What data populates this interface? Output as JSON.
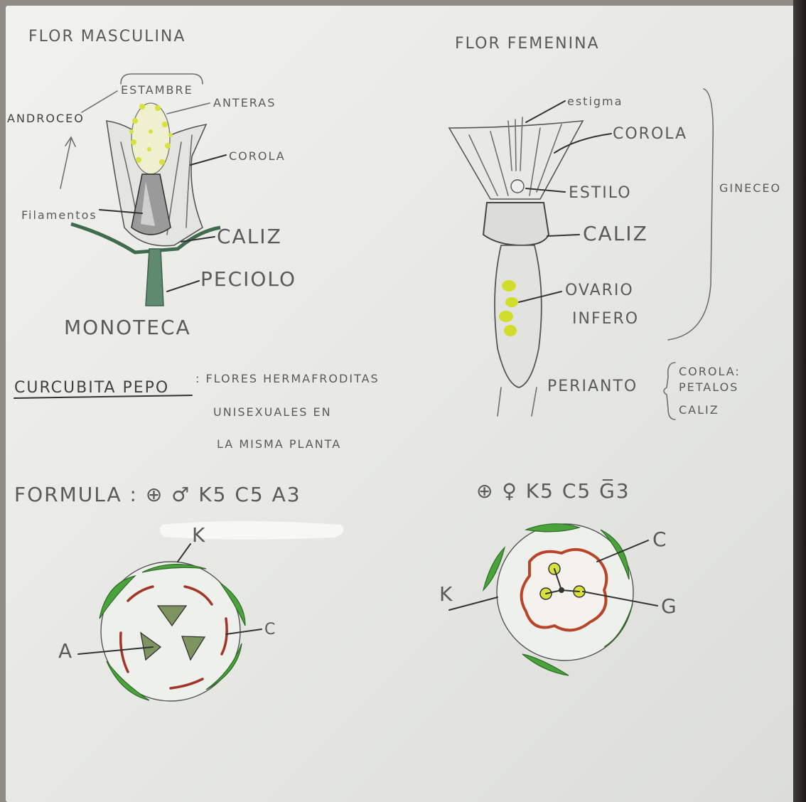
{
  "male": {
    "title": "FLOR MASCULINA",
    "estambre": "ESTAMBRE",
    "androceo": "ANDROCEO",
    "anteras": "ANTERAS",
    "corola": "COROLA",
    "filamentos": "Filamentos",
    "caliz": "CALIZ",
    "peciolo": "PECIOLO",
    "monoteca": "MONOTECA"
  },
  "female": {
    "title": "FLOR FEMENINA",
    "estigma": "estigma",
    "corola": "COROLA",
    "estilo": "ESTILO",
    "gineceo": "GINECEO",
    "caliz": "CALIZ",
    "ovario_1": "OVARIO",
    "ovario_2": "INFERO"
  },
  "species": {
    "name": "CURCUBITA PEPO",
    "line1": ": FLORES HERMAFRODITAS",
    "line2": "UNISEXUALES EN",
    "line3": "LA MISMA PLANTA"
  },
  "perianto": {
    "label": "PERIANTO",
    "corola": "COROLA:",
    "petalos": "PETALOS",
    "caliz": "CALIZ"
  },
  "formulas": {
    "male": "FORMULA : ⊕ ♂ K5 C5 A3",
    "female": "⊕ ♀ K5 C5 G̅3"
  },
  "diagram_male": {
    "k": "K",
    "a": "A",
    "c": "C"
  },
  "diagram_female": {
    "k": "K",
    "c": "C",
    "g": "G"
  },
  "colors": {
    "green": "#3f9a35",
    "yellow": "#d8e23a",
    "red": "#b8452a",
    "pencil": "#6f6f6f"
  }
}
